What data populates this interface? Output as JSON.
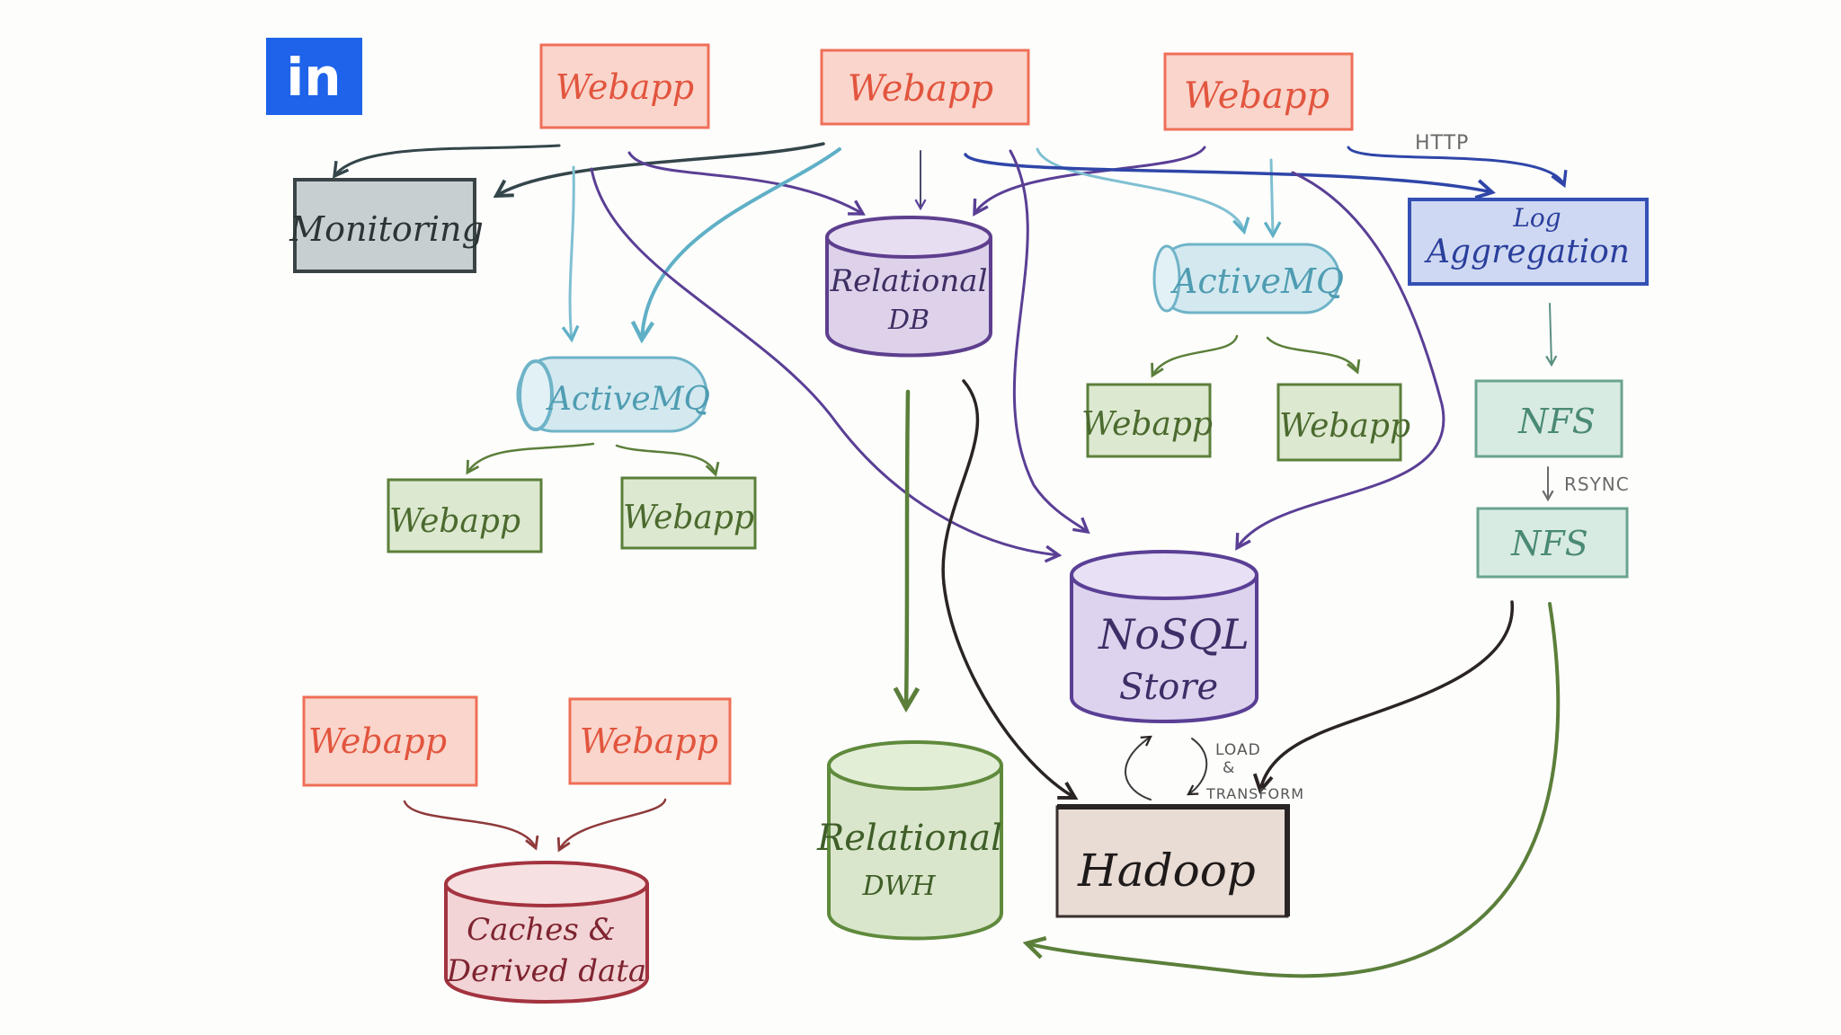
{
  "brand": {
    "logo_text": "in",
    "logo_color": "#1e63e9"
  },
  "nodes": {
    "webapp_top_1": "Webapp",
    "webapp_top_2": "Webapp",
    "webapp_top_3": "Webapp",
    "monitoring": "Monitoring",
    "relational_db_line1": "Relational",
    "relational_db_line2": "DB",
    "activemq_right": "ActiveMQ",
    "log_agg_line1": "Log",
    "log_agg_line2": "Aggregation",
    "activemq_left": "ActiveMQ",
    "webapp_left_1": "Webapp",
    "webapp_left_2": "Webapp",
    "webapp_right_1": "Webapp",
    "webapp_right_2": "Webapp",
    "nfs_1": "NFS",
    "nfs_2": "NFS",
    "nosql_line1": "NoSQL",
    "nosql_line2": "Store",
    "webapp_bottom_1": "Webapp",
    "webapp_bottom_2": "Webapp",
    "dwh_line1": "Relational",
    "dwh_line2": "DWH",
    "hadoop": "Hadoop",
    "caches_line1": "Caches &",
    "caches_line2": "Derived data"
  },
  "edge_labels": {
    "http": "HTTP",
    "rsync": "RSYNC",
    "load_line1": "LOAD",
    "load_line2": "&",
    "load_line3": "TRANSFORM"
  },
  "colors": {
    "webapp": "#ef6f57",
    "monitoring": "#4f5a5e",
    "relational_db": "#8a6aa8",
    "activemq": "#6fb3c8",
    "log_aggregation": "#3450b4",
    "queue_webapp": "#6f9a4a",
    "nfs": "#6aa38f",
    "nosql": "#7a62ad",
    "dwh": "#5f8a3c",
    "hadoop": "#3a3030",
    "caches": "#a3333f"
  }
}
